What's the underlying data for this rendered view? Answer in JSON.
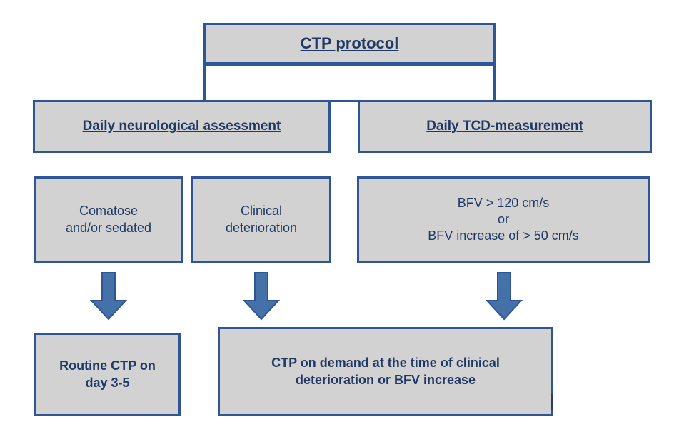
{
  "diagram": {
    "title": "CTP protocol",
    "type": "flowchart",
    "theme": {
      "node_fill": "#d2d2d2",
      "node_border": "#2e5596",
      "text_color": "#1f3864",
      "arrow_fill": "#4472a8",
      "arrow_border": "#2e5596",
      "page_background": "#ffffff"
    },
    "nodes": {
      "root": {
        "id": "ctp-protocol",
        "label": "CTP protocol",
        "style": "header"
      },
      "branch_left": {
        "id": "daily-neurological-assessment",
        "label": "Daily neurological assessment",
        "style": "header"
      },
      "branch_right": {
        "id": "daily-tcd-measurement",
        "label": "Daily TCD-measurement",
        "style": "header"
      },
      "criterion_comatose": {
        "id": "comatose-or-sedated",
        "label": "Comatose\nand/or sedated"
      },
      "criterion_clinical": {
        "id": "clinical-deterioration",
        "label": "Clinical\ndeterioration"
      },
      "criterion_bfv": {
        "id": "bfv-thresholds",
        "label": "BFV > 120 cm/s\nor\nBFV increase of > 50 cm/s"
      },
      "outcome_routine": {
        "id": "routine-ctp",
        "label": "Routine CTP on\nday 3-5"
      },
      "outcome_on_demand": {
        "id": "ctp-on-demand",
        "label": "CTP on demand at the time of clinical\ndeterioration or BFV increase"
      }
    },
    "arrows": [
      {
        "id": "arrow-comatose-to-routine",
        "from": "comatose-or-sedated",
        "to": "routine-ctp",
        "direction": "down"
      },
      {
        "id": "arrow-clinical-to-on-demand",
        "from": "clinical-deterioration",
        "to": "ctp-on-demand",
        "direction": "down"
      },
      {
        "id": "arrow-bfv-to-on-demand",
        "from": "bfv-thresholds",
        "to": "ctp-on-demand",
        "direction": "down"
      }
    ],
    "connectors": [
      {
        "id": "trunk-root-to-branches",
        "from": "ctp-protocol",
        "to": [
          "daily-neurological-assessment",
          "daily-tcd-measurement"
        ]
      }
    ]
  }
}
